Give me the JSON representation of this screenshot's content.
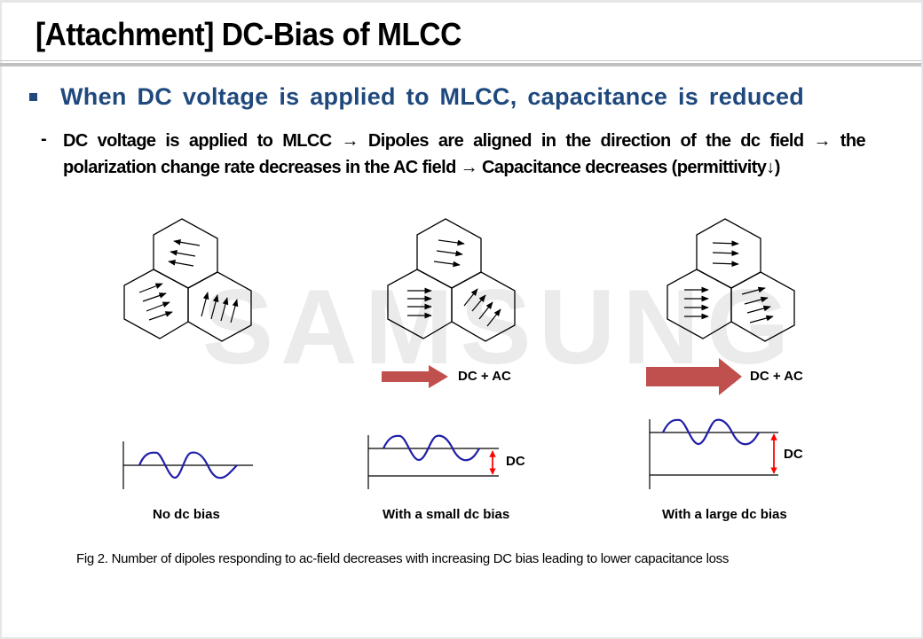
{
  "slide": {
    "title": "[Attachment] DC-Bias of MLCC",
    "headline": "When DC voltage is applied to MLCC, capacitance is reduced",
    "bullet_dash": "-",
    "body": "DC voltage is applied to MLCC → Dipoles are aligned in the direction of the dc field → the polarization change rate decreases in the AC field → Capacitance decreases (permittivity↓)",
    "watermark": "SAMSUNG",
    "colors": {
      "headline": "#1f497d",
      "field_arrow": "#c0504d",
      "wave": "#1f1fa8",
      "dc_arrow": "#ff0000"
    }
  },
  "diagram": {
    "panels": [
      {
        "id": "no-bias",
        "field_label": null,
        "dc_label": null,
        "caption": "No dc bias",
        "dipole_state": "random orientation"
      },
      {
        "id": "small-bias",
        "field_label": "DC + AC",
        "dc_label": "DC",
        "caption": "With a small dc bias",
        "dipole_state": "partially aligned"
      },
      {
        "id": "large-bias",
        "field_label": "DC + AC",
        "dc_label": "DC",
        "caption": "With a large dc bias",
        "dipole_state": "mostly aligned"
      }
    ],
    "figure_caption": "Fig 2. Number of dipoles responding to ac-field decreases with increasing DC bias leading to lower capacitance loss"
  }
}
